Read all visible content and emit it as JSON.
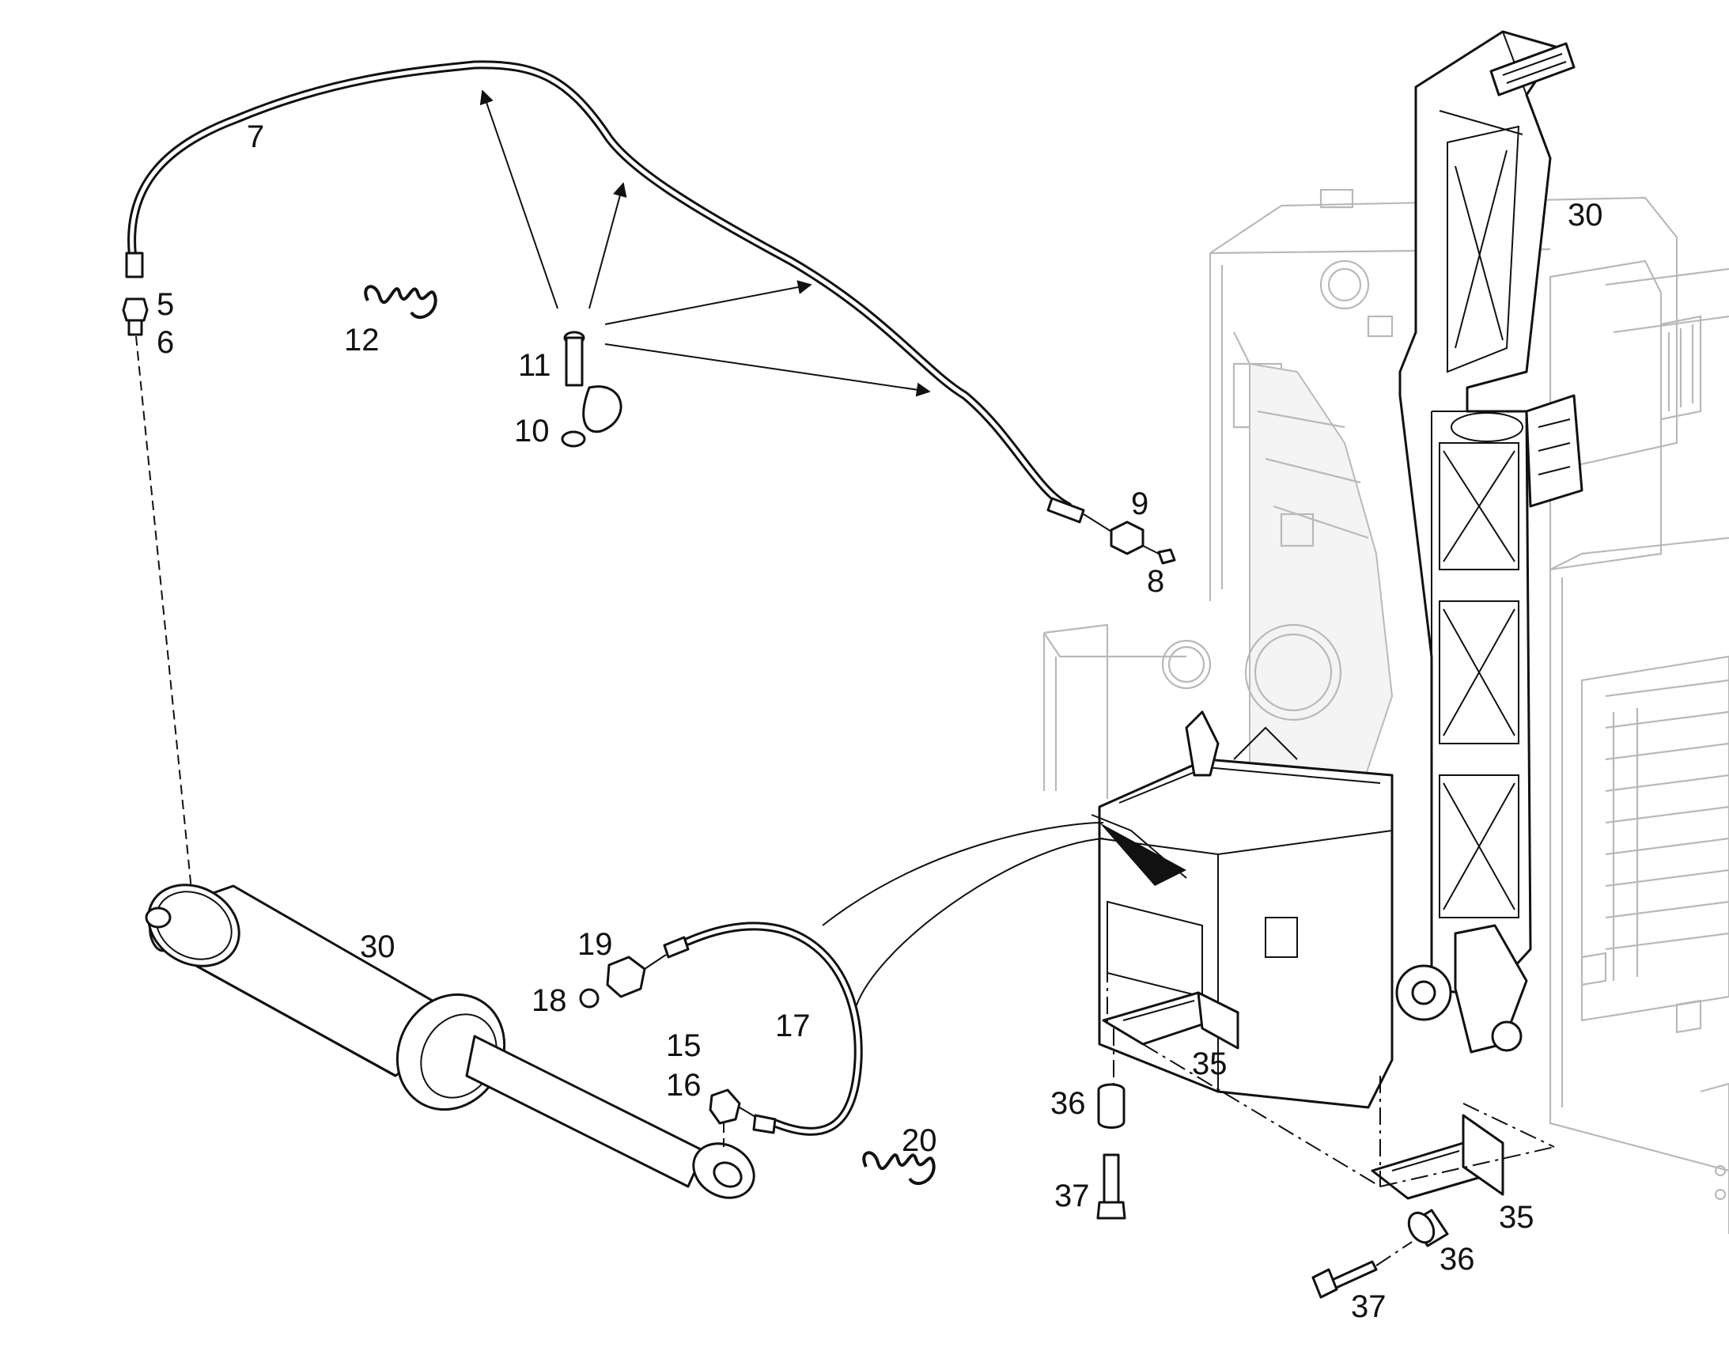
{
  "callouts": {
    "c5": "5",
    "c6": "6",
    "c7": "7",
    "c8": "8",
    "c9": "9",
    "c10": "10",
    "c11": "11",
    "c12": "12",
    "c15": "15",
    "c16": "16",
    "c17": "17",
    "c18": "18",
    "c19": "19",
    "c20": "20",
    "c30_cylinder": "30",
    "c30_frame": "30",
    "c35_upper": "35",
    "c35_lower": "35",
    "c36_upper": "36",
    "c36_lower": "36",
    "c37_upper": "37",
    "c37_lower": "37"
  }
}
